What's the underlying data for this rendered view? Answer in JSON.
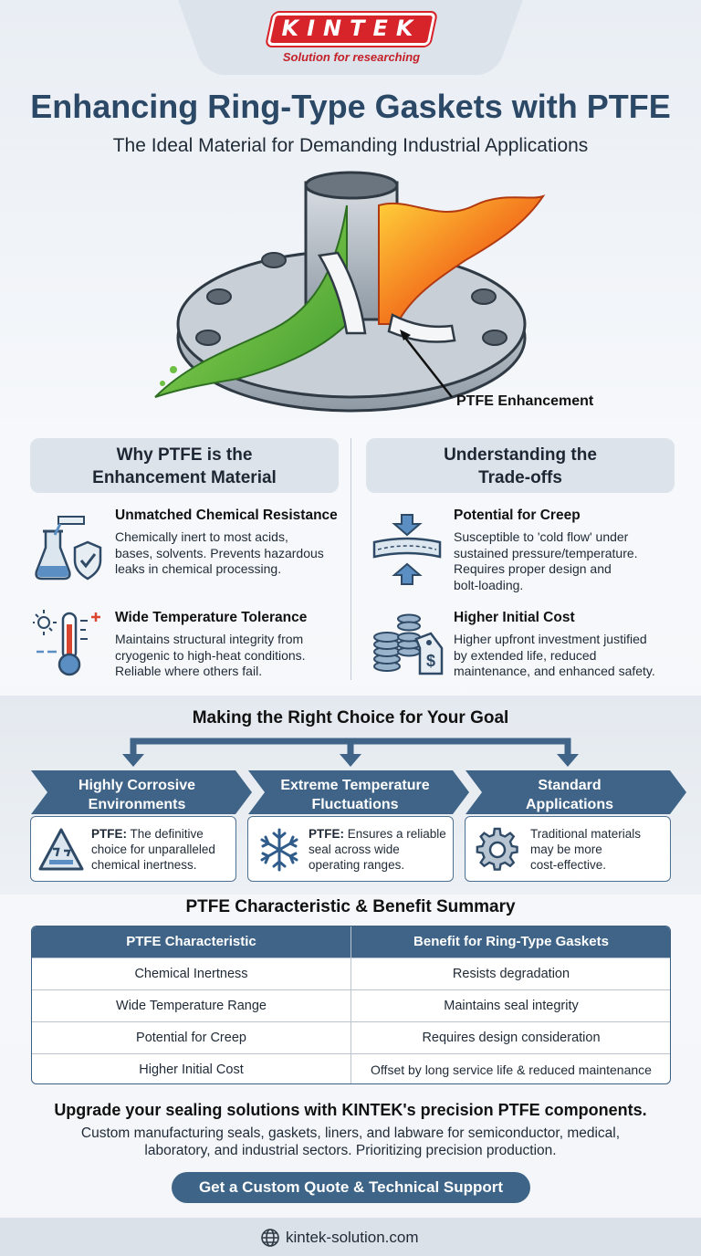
{
  "brand": {
    "logo_text": "KINTEK",
    "tagline": "Solution for researching",
    "colors": {
      "red": "#d7242b",
      "navy": "#3f6488",
      "title": "#2b4866"
    }
  },
  "header": {
    "title": "Enhancing Ring-Type Gaskets with PTFE",
    "subtitle": "The Ideal Material for Demanding Industrial Applications"
  },
  "hero": {
    "callout": "PTFE Enhancement",
    "illustration": "flange-cutaway-illustration"
  },
  "why": {
    "heading_line1": "Why PTFE is the",
    "heading_line2": "Enhancement Material",
    "items": [
      {
        "icon": "chemistry-shield-icon",
        "title": "Unmatched Chemical Resistance",
        "desc": [
          "Chemically inert to most acids,",
          "bases, solvents. Prevents hazardous",
          "leaks in chemical processing."
        ]
      },
      {
        "icon": "thermometer-icon",
        "title": "Wide Temperature Tolerance",
        "desc": [
          "Maintains structural integrity from",
          "cryogenic to high-heat conditions.",
          "Reliable where others fail."
        ]
      }
    ]
  },
  "tradeoffs": {
    "heading_line1": "Understanding the",
    "heading_line2": "Trade-offs",
    "items": [
      {
        "icon": "compression-icon",
        "title": "Potential for Creep",
        "desc": [
          "Susceptible to 'cold flow' under",
          "sustained pressure/temperature.",
          "Requires proper design and",
          "bolt-loading."
        ]
      },
      {
        "icon": "coins-price-tag-icon",
        "title": "Higher Initial Cost",
        "desc": [
          "Higher upfront investment justified",
          "by extended life, reduced",
          "maintenance, and enhanced safety."
        ]
      }
    ]
  },
  "goals": {
    "title": "Making the Right Choice for Your Goal",
    "items": [
      {
        "icon": "corrosive-warning-icon",
        "label_line1": "Highly Corrosive",
        "label_line2": "Environments",
        "bold": "PTFE:",
        "text": [
          " The definitive",
          "choice for unparalleled",
          "chemical inertness."
        ]
      },
      {
        "icon": "snowflake-icon",
        "label_line1": "Extreme Temperature",
        "label_line2": "Fluctuations",
        "bold": "PTFE:",
        "text": [
          " Ensures a reliable",
          "seal across wide",
          "operating ranges."
        ]
      },
      {
        "icon": "gear-icon",
        "label_line1": "Standard",
        "label_line2": "Applications",
        "bold": "",
        "text": [
          "Traditional materials",
          "may be more",
          "cost-effective."
        ]
      }
    ]
  },
  "summary": {
    "title": "PTFE Characteristic & Benefit Summary",
    "headers": [
      "PTFE Characteristic",
      "Benefit for Ring-Type Gaskets"
    ],
    "rows": [
      [
        "Chemical Inertness",
        "Resists degradation"
      ],
      [
        "Wide Temperature Range",
        "Maintains seal integrity"
      ],
      [
        "Potential for Creep",
        "Requires design consideration"
      ],
      [
        "Higher Initial Cost",
        "Offset by long service life & reduced maintenance"
      ]
    ]
  },
  "cta": {
    "title": "Upgrade your sealing solutions with KINTEK's precision PTFE components.",
    "desc_line1": "Custom manufacturing seals, gaskets, liners, and labware for semiconductor, medical,",
    "desc_line2": "laboratory, and industrial sectors. Prioritizing precision production.",
    "button": "Get a Custom Quote & Technical Support"
  },
  "footer": {
    "icon": "globe-icon",
    "url": "kintek-solution.com"
  }
}
